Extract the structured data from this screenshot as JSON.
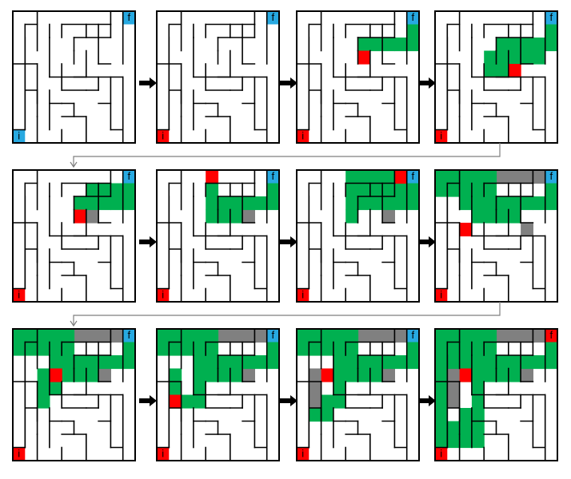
{
  "labels": {
    "start": "i",
    "finish": "f"
  },
  "colors": {
    "start": "#27a9e1",
    "finish": "#27a9e1",
    "current": "#ff0000",
    "path": "#00b050",
    "dead_end": "#808080",
    "wall": "#000000",
    "arrow": "#000000"
  },
  "maze": {
    "rows": 10,
    "cols": 10,
    "walls": [
      [
        1,
        1,
        1,
        9
      ],
      [
        1,
        1,
        2,
        1
      ],
      [
        2,
        0,
        2,
        3
      ],
      [
        3,
        2,
        3,
        5
      ],
      [
        3,
        5,
        6,
        5
      ],
      [
        6,
        5,
        6,
        3
      ],
      [
        1,
        2,
        1,
        6
      ],
      [
        1,
        6,
        2,
        6
      ],
      [
        0,
        4,
        2,
        4
      ],
      [
        2,
        4,
        2,
        7
      ],
      [
        4,
        1,
        8,
        1
      ],
      [
        8,
        1,
        8,
        2
      ],
      [
        5,
        2,
        8,
        2
      ],
      [
        5,
        2,
        5,
        3
      ],
      [
        8,
        0,
        8,
        1
      ],
      [
        9,
        0,
        9,
        4
      ],
      [
        3,
        2,
        3,
        1
      ],
      [
        4,
        1,
        4,
        2
      ],
      [
        6,
        1,
        6,
        2
      ],
      [
        7,
        1,
        7,
        4
      ],
      [
        7,
        4,
        8,
        4
      ],
      [
        5,
        3,
        5,
        4
      ],
      [
        4,
        4,
        4,
        6
      ],
      [
        4,
        6,
        6,
        6
      ],
      [
        3,
        6,
        3,
        9
      ],
      [
        2,
        6,
        2,
        8
      ],
      [
        1,
        6,
        1,
        9
      ],
      [
        2,
        8,
        2,
        10
      ],
      [
        4,
        7,
        5,
        7
      ],
      [
        5,
        7,
        5,
        8
      ],
      [
        4,
        8,
        6,
        8
      ],
      [
        6,
        8,
        6,
        10
      ],
      [
        4,
        9,
        4,
        10
      ],
      [
        5,
        5,
        9,
        5
      ],
      [
        7,
        5,
        7,
        6
      ],
      [
        8,
        5,
        8,
        9
      ],
      [
        9,
        5,
        9,
        10
      ],
      [
        8,
        9,
        9,
        9
      ],
      [
        7,
        7,
        8,
        7
      ],
      [
        6,
        6,
        7,
        6
      ],
      [
        3,
        7,
        4,
        7
      ],
      [
        0,
        9,
        1,
        9
      ]
    ]
  },
  "panels": [
    {
      "start": "blue",
      "path": [],
      "dead": [],
      "current": null,
      "finish": "blue"
    },
    {
      "start": "red",
      "path": [],
      "dead": [],
      "current": null,
      "finish": "blue"
    },
    {
      "start": "red",
      "path": [
        [
          9,
          1
        ],
        [
          9,
          2
        ],
        [
          8,
          2
        ],
        [
          7,
          2
        ],
        [
          6,
          2
        ],
        [
          5,
          2
        ],
        [
          9,
          0
        ]
      ],
      "dead": [],
      "current": [
        5,
        3
      ],
      "finish": "blue"
    },
    {
      "start": "red",
      "path": [
        [
          9,
          1
        ],
        [
          9,
          2
        ],
        [
          8,
          2
        ],
        [
          8,
          3
        ],
        [
          7,
          3
        ],
        [
          6,
          3
        ],
        [
          5,
          2
        ],
        [
          5,
          3
        ],
        [
          4,
          3
        ],
        [
          4,
          4
        ],
        [
          6,
          2
        ],
        [
          7,
          2
        ],
        [
          5,
          4
        ],
        [
          9,
          0
        ]
      ],
      "dead": [],
      "current": [
        6,
        4
      ],
      "finish": "blue"
    },
    {
      "start": "red",
      "path": [
        [
          9,
          1
        ],
        [
          9,
          2
        ],
        [
          8,
          2
        ],
        [
          7,
          2
        ],
        [
          6,
          2
        ],
        [
          5,
          2
        ],
        [
          8,
          1
        ],
        [
          7,
          1
        ],
        [
          6,
          1
        ]
      ],
      "dead": [
        [
          6,
          3
        ]
      ],
      "current": [
        5,
        3
      ],
      "finish": "blue"
    },
    {
      "start": "red",
      "path": [
        [
          9,
          1
        ],
        [
          9,
          2
        ],
        [
          8,
          2
        ],
        [
          7,
          2
        ],
        [
          6,
          2
        ],
        [
          5,
          2
        ],
        [
          4,
          2
        ],
        [
          4,
          1
        ],
        [
          4,
          3
        ],
        [
          5,
          3
        ],
        [
          6,
          3
        ]
      ],
      "dead": [
        [
          7,
          3
        ]
      ],
      "current": [
        4,
        0
      ],
      "finish": "blue"
    },
    {
      "start": "red",
      "path": [
        [
          9,
          1
        ],
        [
          9,
          2
        ],
        [
          8,
          2
        ],
        [
          7,
          2
        ],
        [
          6,
          2
        ],
        [
          5,
          2
        ],
        [
          4,
          2
        ],
        [
          4,
          1
        ],
        [
          4,
          0
        ],
        [
          4,
          3
        ],
        [
          5,
          0
        ],
        [
          6,
          0
        ],
        [
          7,
          0
        ],
        [
          8,
          0
        ],
        [
          8,
          1
        ],
        [
          7,
          1
        ],
        [
          6,
          1
        ],
        [
          5,
          1
        ]
      ],
      "dead": [
        [
          7,
          3
        ]
      ],
      "current": [
        8,
        0
      ],
      "finish": "blue"
    },
    {
      "start": "red",
      "path": [
        [
          9,
          1
        ],
        [
          9,
          2
        ],
        [
          8,
          2
        ],
        [
          7,
          2
        ],
        [
          6,
          2
        ],
        [
          5,
          2
        ],
        [
          4,
          2
        ],
        [
          4,
          1
        ],
        [
          4,
          0
        ],
        [
          3,
          0
        ],
        [
          2,
          0
        ],
        [
          1,
          0
        ],
        [
          0,
          0
        ],
        [
          0,
          1
        ],
        [
          1,
          1
        ],
        [
          2,
          1
        ],
        [
          2,
          2
        ],
        [
          3,
          2
        ],
        [
          3,
          3
        ],
        [
          3,
          1
        ],
        [
          4,
          3
        ],
        [
          5,
          3
        ],
        [
          6,
          3
        ]
      ],
      "dead": [
        [
          5,
          0
        ],
        [
          6,
          0
        ],
        [
          7,
          0
        ],
        [
          8,
          0
        ],
        [
          7,
          4
        ]
      ],
      "current": [
        2,
        4
      ],
      "finish": "blue"
    },
    {
      "start": "red",
      "path": [
        [
          9,
          1
        ],
        [
          9,
          2
        ],
        [
          8,
          2
        ],
        [
          7,
          2
        ],
        [
          6,
          2
        ],
        [
          5,
          2
        ],
        [
          4,
          2
        ],
        [
          4,
          1
        ],
        [
          4,
          0
        ],
        [
          3,
          0
        ],
        [
          2,
          0
        ],
        [
          1,
          0
        ],
        [
          0,
          0
        ],
        [
          0,
          1
        ],
        [
          1,
          1
        ],
        [
          2,
          1
        ],
        [
          3,
          1
        ],
        [
          3,
          2
        ],
        [
          3,
          3
        ],
        [
          2,
          3
        ],
        [
          2,
          4
        ],
        [
          3,
          4
        ],
        [
          2,
          5
        ],
        [
          4,
          3
        ],
        [
          5,
          3
        ],
        [
          6,
          3
        ]
      ],
      "dead": [
        [
          5,
          0
        ],
        [
          6,
          0
        ],
        [
          7,
          0
        ],
        [
          8,
          0
        ],
        [
          7,
          3
        ]
      ],
      "current": [
        3,
        3
      ],
      "finish": "blue"
    },
    {
      "start": "red",
      "path": [
        [
          9,
          1
        ],
        [
          9,
          2
        ],
        [
          8,
          2
        ],
        [
          7,
          2
        ],
        [
          6,
          2
        ],
        [
          5,
          2
        ],
        [
          4,
          2
        ],
        [
          4,
          1
        ],
        [
          4,
          0
        ],
        [
          3,
          0
        ],
        [
          2,
          0
        ],
        [
          1,
          0
        ],
        [
          0,
          0
        ],
        [
          0,
          1
        ],
        [
          1,
          1
        ],
        [
          2,
          1
        ],
        [
          3,
          1
        ],
        [
          3,
          2
        ],
        [
          3,
          3
        ],
        [
          3,
          4
        ],
        [
          3,
          5
        ],
        [
          2,
          5
        ],
        [
          1,
          5
        ],
        [
          1,
          4
        ],
        [
          1,
          3
        ],
        [
          4,
          3
        ],
        [
          5,
          3
        ],
        [
          6,
          3
        ]
      ],
      "dead": [
        [
          5,
          0
        ],
        [
          6,
          0
        ],
        [
          7,
          0
        ],
        [
          8,
          0
        ],
        [
          7,
          3
        ]
      ],
      "current": [
        1,
        5
      ],
      "finish": "blue"
    },
    {
      "start": "red",
      "path": [
        [
          9,
          1
        ],
        [
          9,
          2
        ],
        [
          8,
          2
        ],
        [
          7,
          2
        ],
        [
          6,
          2
        ],
        [
          5,
          2
        ],
        [
          4,
          2
        ],
        [
          4,
          1
        ],
        [
          4,
          0
        ],
        [
          3,
          0
        ],
        [
          2,
          0
        ],
        [
          1,
          0
        ],
        [
          0,
          0
        ],
        [
          0,
          1
        ],
        [
          1,
          1
        ],
        [
          2,
          1
        ],
        [
          3,
          1
        ],
        [
          3,
          2
        ],
        [
          3,
          3
        ],
        [
          3,
          4
        ],
        [
          3,
          5
        ],
        [
          2,
          5
        ],
        [
          2,
          6
        ],
        [
          1,
          6
        ],
        [
          4,
          3
        ],
        [
          5,
          3
        ],
        [
          6,
          3
        ]
      ],
      "dead": [
        [
          5,
          0
        ],
        [
          6,
          0
        ],
        [
          7,
          0
        ],
        [
          8,
          0
        ],
        [
          7,
          3
        ],
        [
          1,
          3
        ],
        [
          1,
          4
        ],
        [
          1,
          5
        ]
      ],
      "current": [
        2,
        3
      ],
      "finish": "blue"
    },
    {
      "start": "red",
      "path": [
        [
          9,
          1
        ],
        [
          9,
          2
        ],
        [
          8,
          2
        ],
        [
          7,
          2
        ],
        [
          6,
          2
        ],
        [
          5,
          2
        ],
        [
          4,
          2
        ],
        [
          4,
          1
        ],
        [
          4,
          0
        ],
        [
          3,
          0
        ],
        [
          2,
          0
        ],
        [
          1,
          0
        ],
        [
          0,
          0
        ],
        [
          0,
          1
        ],
        [
          0,
          2
        ],
        [
          0,
          3
        ],
        [
          0,
          4
        ],
        [
          0,
          5
        ],
        [
          0,
          6
        ],
        [
          0,
          7
        ],
        [
          0,
          8
        ],
        [
          1,
          8
        ],
        [
          2,
          8
        ],
        [
          3,
          8
        ],
        [
          3,
          7
        ],
        [
          3,
          6
        ],
        [
          3,
          5
        ],
        [
          3,
          4
        ],
        [
          3,
          3
        ],
        [
          3,
          2
        ],
        [
          3,
          1
        ],
        [
          2,
          1
        ],
        [
          1,
          1
        ],
        [
          1,
          2
        ],
        [
          2,
          2
        ],
        [
          2,
          3
        ],
        [
          2,
          6
        ],
        [
          2,
          7
        ],
        [
          1,
          7
        ],
        [
          4,
          3
        ],
        [
          5,
          3
        ],
        [
          6,
          3
        ]
      ],
      "dead": [
        [
          5,
          0
        ],
        [
          6,
          0
        ],
        [
          7,
          0
        ],
        [
          8,
          0
        ],
        [
          7,
          3
        ],
        [
          1,
          3
        ],
        [
          1,
          4
        ],
        [
          1,
          5
        ]
      ],
      "current": [
        2,
        3
      ],
      "finish": "red"
    }
  ]
}
